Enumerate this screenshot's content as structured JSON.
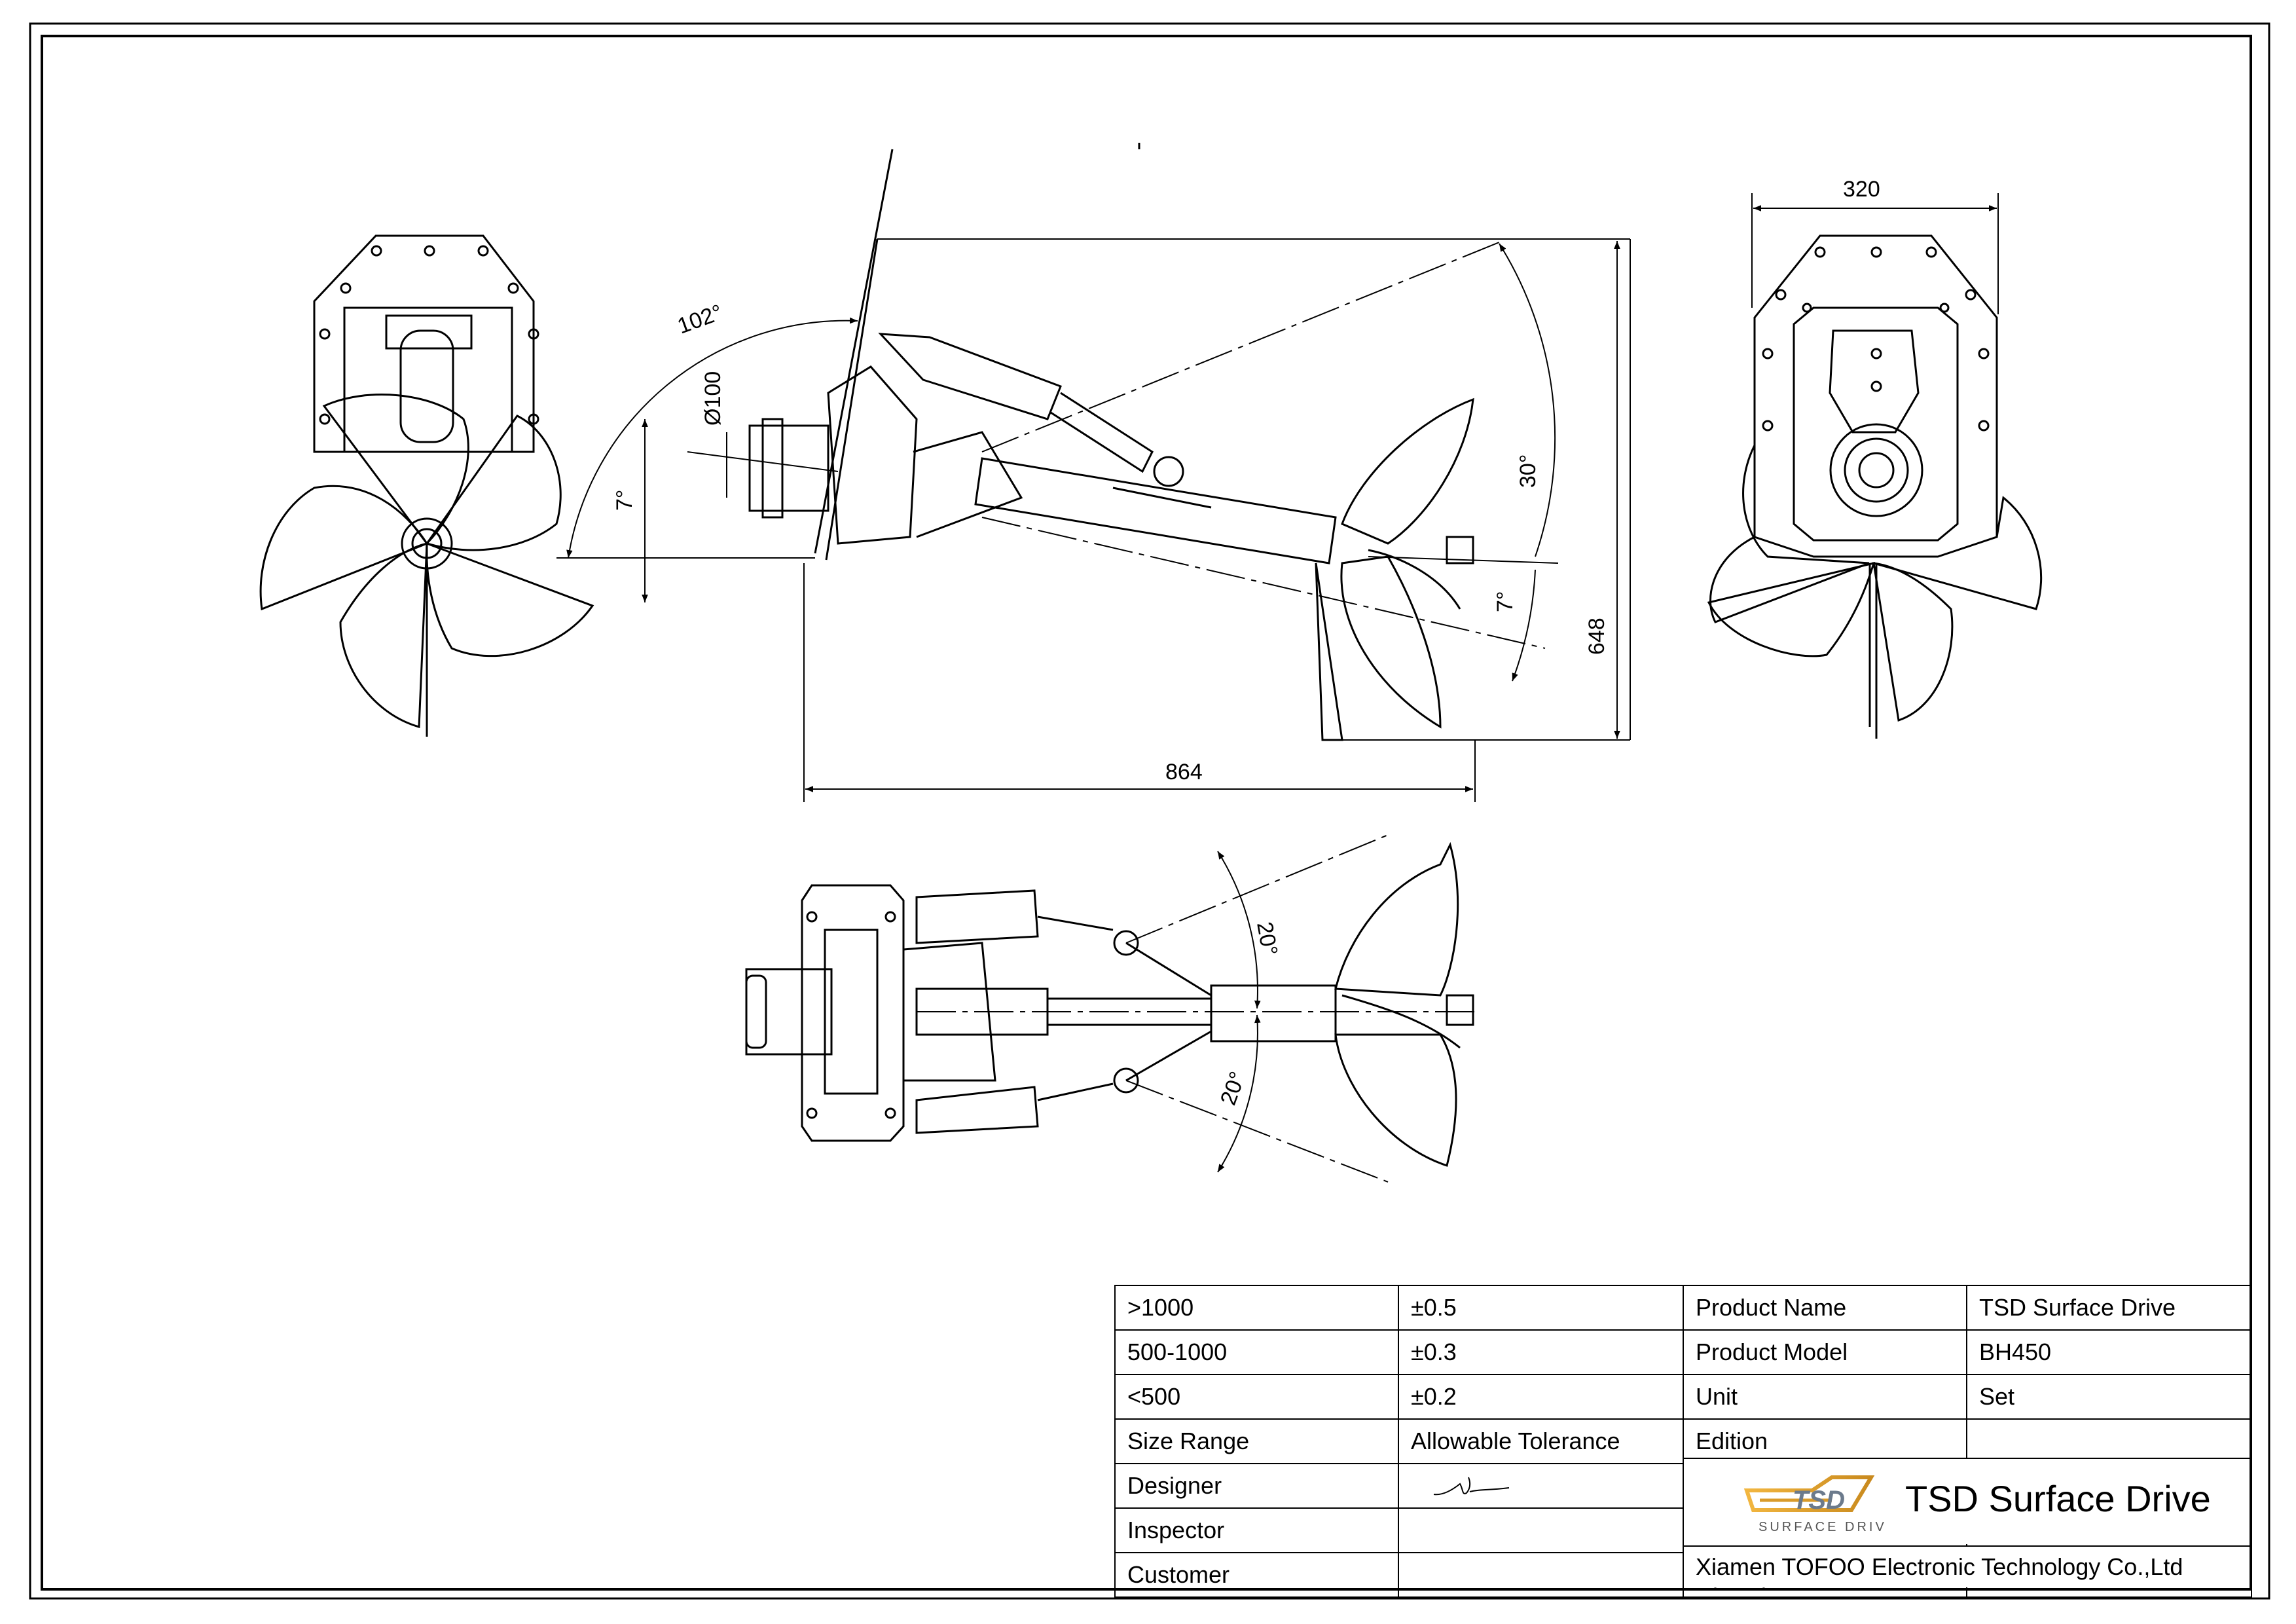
{
  "drawing": {
    "side_view": {
      "angle_trim": "102°",
      "diameter": "Ø100",
      "angle_left": "7°",
      "angle_up": "30°",
      "angle_down": "7°",
      "height": "648",
      "length": "864"
    },
    "end_view": {
      "width": "320"
    },
    "top_view": {
      "angle_upper": "20°",
      "angle_lower": "20°"
    }
  },
  "title_block": {
    "tolerance_rows": [
      {
        "range": ">1000",
        "tolerance": "±0.5",
        "field": "Product Name",
        "value": "TSD Surface Drive"
      },
      {
        "range": "500-1000",
        "tolerance": "±0.3",
        "field": "Product Model",
        "value": "BH450"
      },
      {
        "range": "<500",
        "tolerance": "±0.2",
        "field": "Unit",
        "value": "Set"
      }
    ],
    "size_range_label": "Size Range",
    "allowable_tolerance_label": "Allowable Tolerance",
    "edition_label": "Edition",
    "edition_value": "",
    "designer_label": "Designer",
    "inspector_label": "Inspector",
    "customer_label": "Customer",
    "date_label": "(date)",
    "brand_name": "TSD Surface Drive",
    "logo_text": "TSD",
    "logo_subtext": "SURFACE DRIVE",
    "company": "Xiamen TOFOO Electronic Technology Co.,Ltd"
  }
}
